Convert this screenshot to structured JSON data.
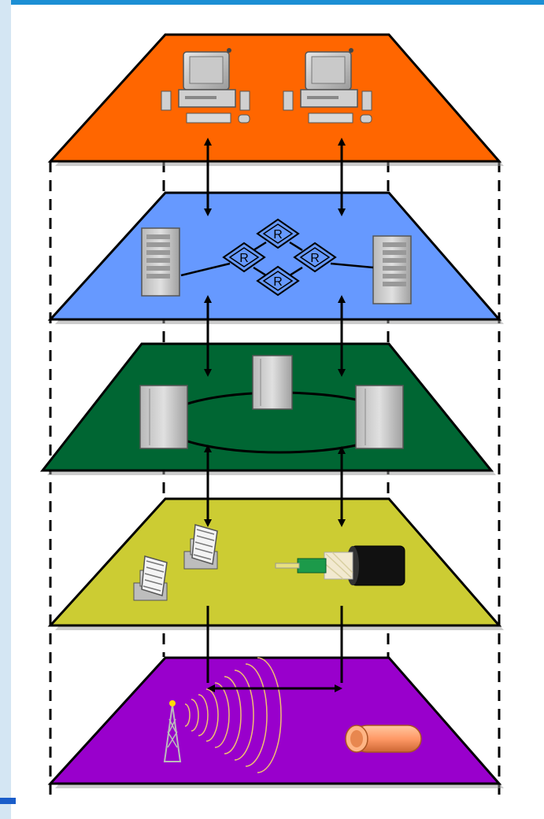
{
  "layers": [
    {
      "id": "application",
      "color": "#ff6600"
    },
    {
      "id": "network",
      "color": "#6699ff"
    },
    {
      "id": "datalink",
      "color": "#006633"
    },
    {
      "id": "transmission-media",
      "color": "#cccc33"
    },
    {
      "id": "physical",
      "color": "#9900cc"
    }
  ],
  "router_label": "R",
  "icons": [
    "desktop-computer-icon",
    "server-tower-icon",
    "router-icon",
    "switch-cabinet-icon",
    "microwave-dish-icon",
    "fiber-cable-icon",
    "radio-tower-icon",
    "coax-pipe-icon"
  ]
}
